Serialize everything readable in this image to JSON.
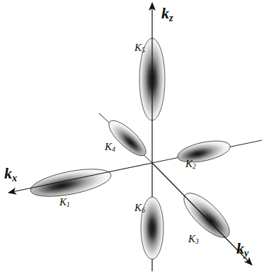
{
  "diagram": {
    "labels": [
      "kz",
      "K5",
      "K4",
      "K2",
      "kx",
      "K1",
      "K6",
      "K3",
      "ky"
    ]
  }
}
